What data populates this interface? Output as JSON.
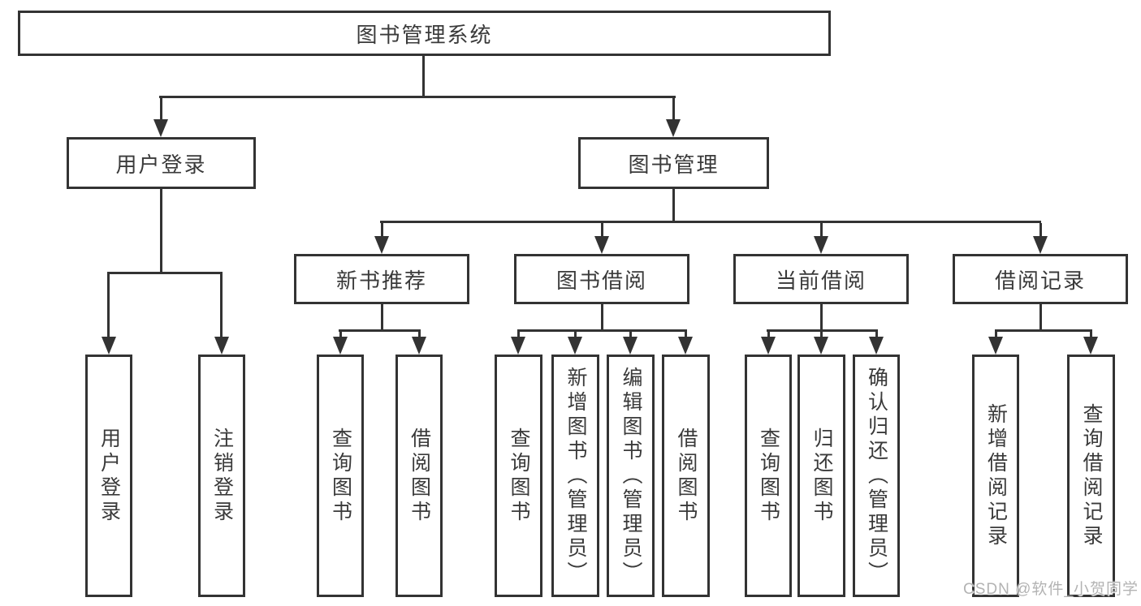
{
  "tree": {
    "root": {
      "label": "图书管理系统"
    },
    "branches": [
      {
        "label": "用户登录",
        "children": [
          "用户登录",
          "注销登录"
        ]
      },
      {
        "label": "图书管理",
        "children": [
          {
            "label": "新书推荐",
            "children": [
              "查询图书",
              "借阅图书"
            ]
          },
          {
            "label": "图书借阅",
            "children": [
              "查询图书",
              "新增图书（管理员）",
              "编辑图书（管理员）",
              "借阅图书"
            ]
          },
          {
            "label": "当前借阅",
            "children": [
              "查询图书",
              "归还图书",
              "确认归还（管理员）"
            ]
          },
          {
            "label": "借阅记录",
            "children": [
              "新增借阅记录",
              "查询借阅记录"
            ]
          }
        ]
      }
    ]
  },
  "watermark": {
    "text": "CSDN @软件_小贺同学"
  },
  "colors": {
    "line": "#333333",
    "text": "#3a3a3a",
    "watermark": "#b3b3b3",
    "background": "#ffffff"
  }
}
